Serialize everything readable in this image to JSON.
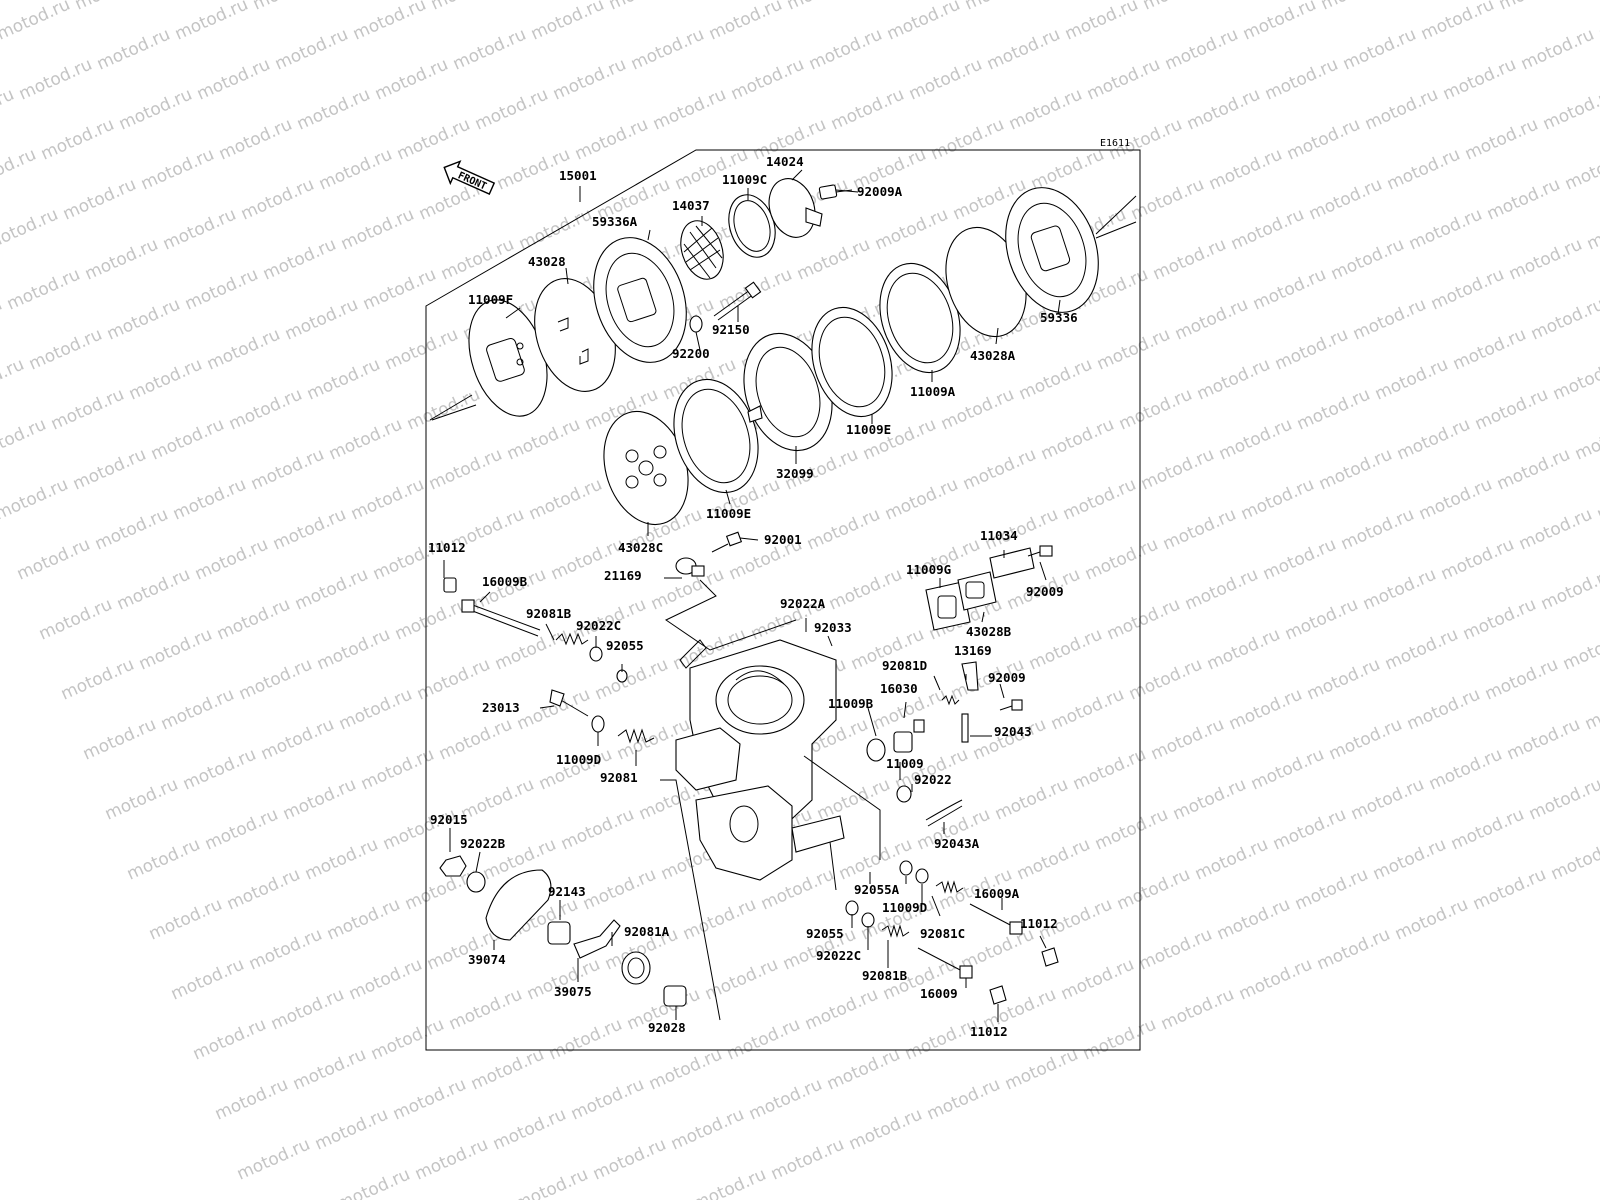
{
  "diagram_code": "E1611",
  "front_label": "FRONT",
  "watermark_text": "motod.ru",
  "colors": {
    "line": "#000000",
    "watermark": "#c4c4c4",
    "background": "#ffffff"
  },
  "parts": [
    {
      "id": "15001"
    },
    {
      "id": "14024"
    },
    {
      "id": "11009C"
    },
    {
      "id": "92009A"
    },
    {
      "id": "14037"
    },
    {
      "id": "59336A"
    },
    {
      "id": "43028"
    },
    {
      "id": "11009F"
    },
    {
      "id": "92150"
    },
    {
      "id": "92200"
    },
    {
      "id": "59336"
    },
    {
      "id": "43028A"
    },
    {
      "id": "11009A"
    },
    {
      "id": "11009E"
    },
    {
      "id": "32099"
    },
    {
      "id": "11009E"
    },
    {
      "id": "43028C"
    },
    {
      "id": "92001"
    },
    {
      "id": "11012"
    },
    {
      "id": "16009B"
    },
    {
      "id": "21169"
    },
    {
      "id": "11034"
    },
    {
      "id": "11009G"
    },
    {
      "id": "92009"
    },
    {
      "id": "92022A"
    },
    {
      "id": "92081B"
    },
    {
      "id": "92022C"
    },
    {
      "id": "92033"
    },
    {
      "id": "43028B"
    },
    {
      "id": "92055"
    },
    {
      "id": "92081D"
    },
    {
      "id": "13169"
    },
    {
      "id": "16030"
    },
    {
      "id": "92009"
    },
    {
      "id": "23013"
    },
    {
      "id": "11009B"
    },
    {
      "id": "92043"
    },
    {
      "id": "11009D"
    },
    {
      "id": "11009"
    },
    {
      "id": "92081"
    },
    {
      "id": "92022"
    },
    {
      "id": "92043A"
    },
    {
      "id": "92015"
    },
    {
      "id": "92022B"
    },
    {
      "id": "92055A"
    },
    {
      "id": "16009A"
    },
    {
      "id": "92143"
    },
    {
      "id": "11009D"
    },
    {
      "id": "92055"
    },
    {
      "id": "92081C"
    },
    {
      "id": "11012"
    },
    {
      "id": "92081A"
    },
    {
      "id": "39074"
    },
    {
      "id": "92022C"
    },
    {
      "id": "92081B"
    },
    {
      "id": "39075"
    },
    {
      "id": "16009"
    },
    {
      "id": "92028"
    },
    {
      "id": "11012"
    }
  ]
}
